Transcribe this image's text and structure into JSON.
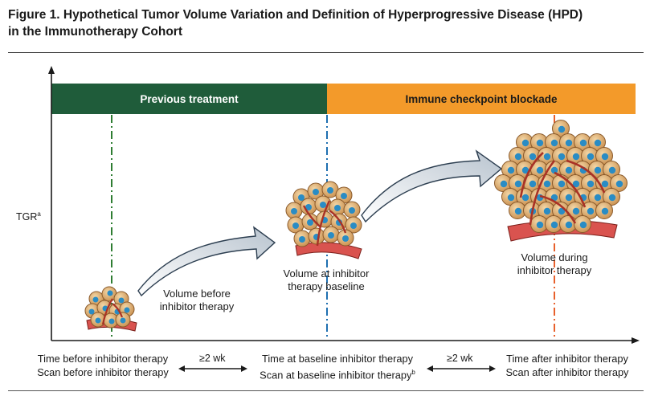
{
  "figure": {
    "title_line1": "Figure 1. Hypothetical Tumor Volume Variation and Definition of Hyperprogressive Disease (HPD)",
    "title_line2": "in the Immunotherapy Cohort"
  },
  "bands": {
    "previous": "Previous treatment",
    "immune": "Immune checkpoint blockade"
  },
  "axis": {
    "y_label": "TGR",
    "y_label_sup": "a"
  },
  "volumes": {
    "before": {
      "line1": "Volume before",
      "line2": "inhibitor therapy"
    },
    "baseline": {
      "line1": "Volume at inhibitor",
      "line2": "therapy baseline"
    },
    "during": {
      "line1": "Volume during",
      "line2": "inhibitor therapy"
    }
  },
  "timepoints": {
    "before": {
      "time": "Time before inhibitor therapy",
      "scan": "Scan before inhibitor therapy"
    },
    "baseline": {
      "time": "Time at baseline inhibitor therapy",
      "scan": "Scan at baseline inhibitor therapy",
      "scan_sup": "b"
    },
    "after": {
      "time": "Time after inhibitor therapy",
      "scan": "Scan after inhibitor therapy"
    }
  },
  "intervals": {
    "first": "≥2 wk",
    "second": "≥2 wk"
  },
  "colors": {
    "previous_band": "#1f5c3a",
    "immune_band": "#f39a2a",
    "line_before": "#2e7d32",
    "line_baseline": "#1e6fb0",
    "line_after": "#e8602c",
    "cell_fill": "#d9a96b",
    "nucleus": "#2a8cc4",
    "vessel": "#c0392b"
  }
}
